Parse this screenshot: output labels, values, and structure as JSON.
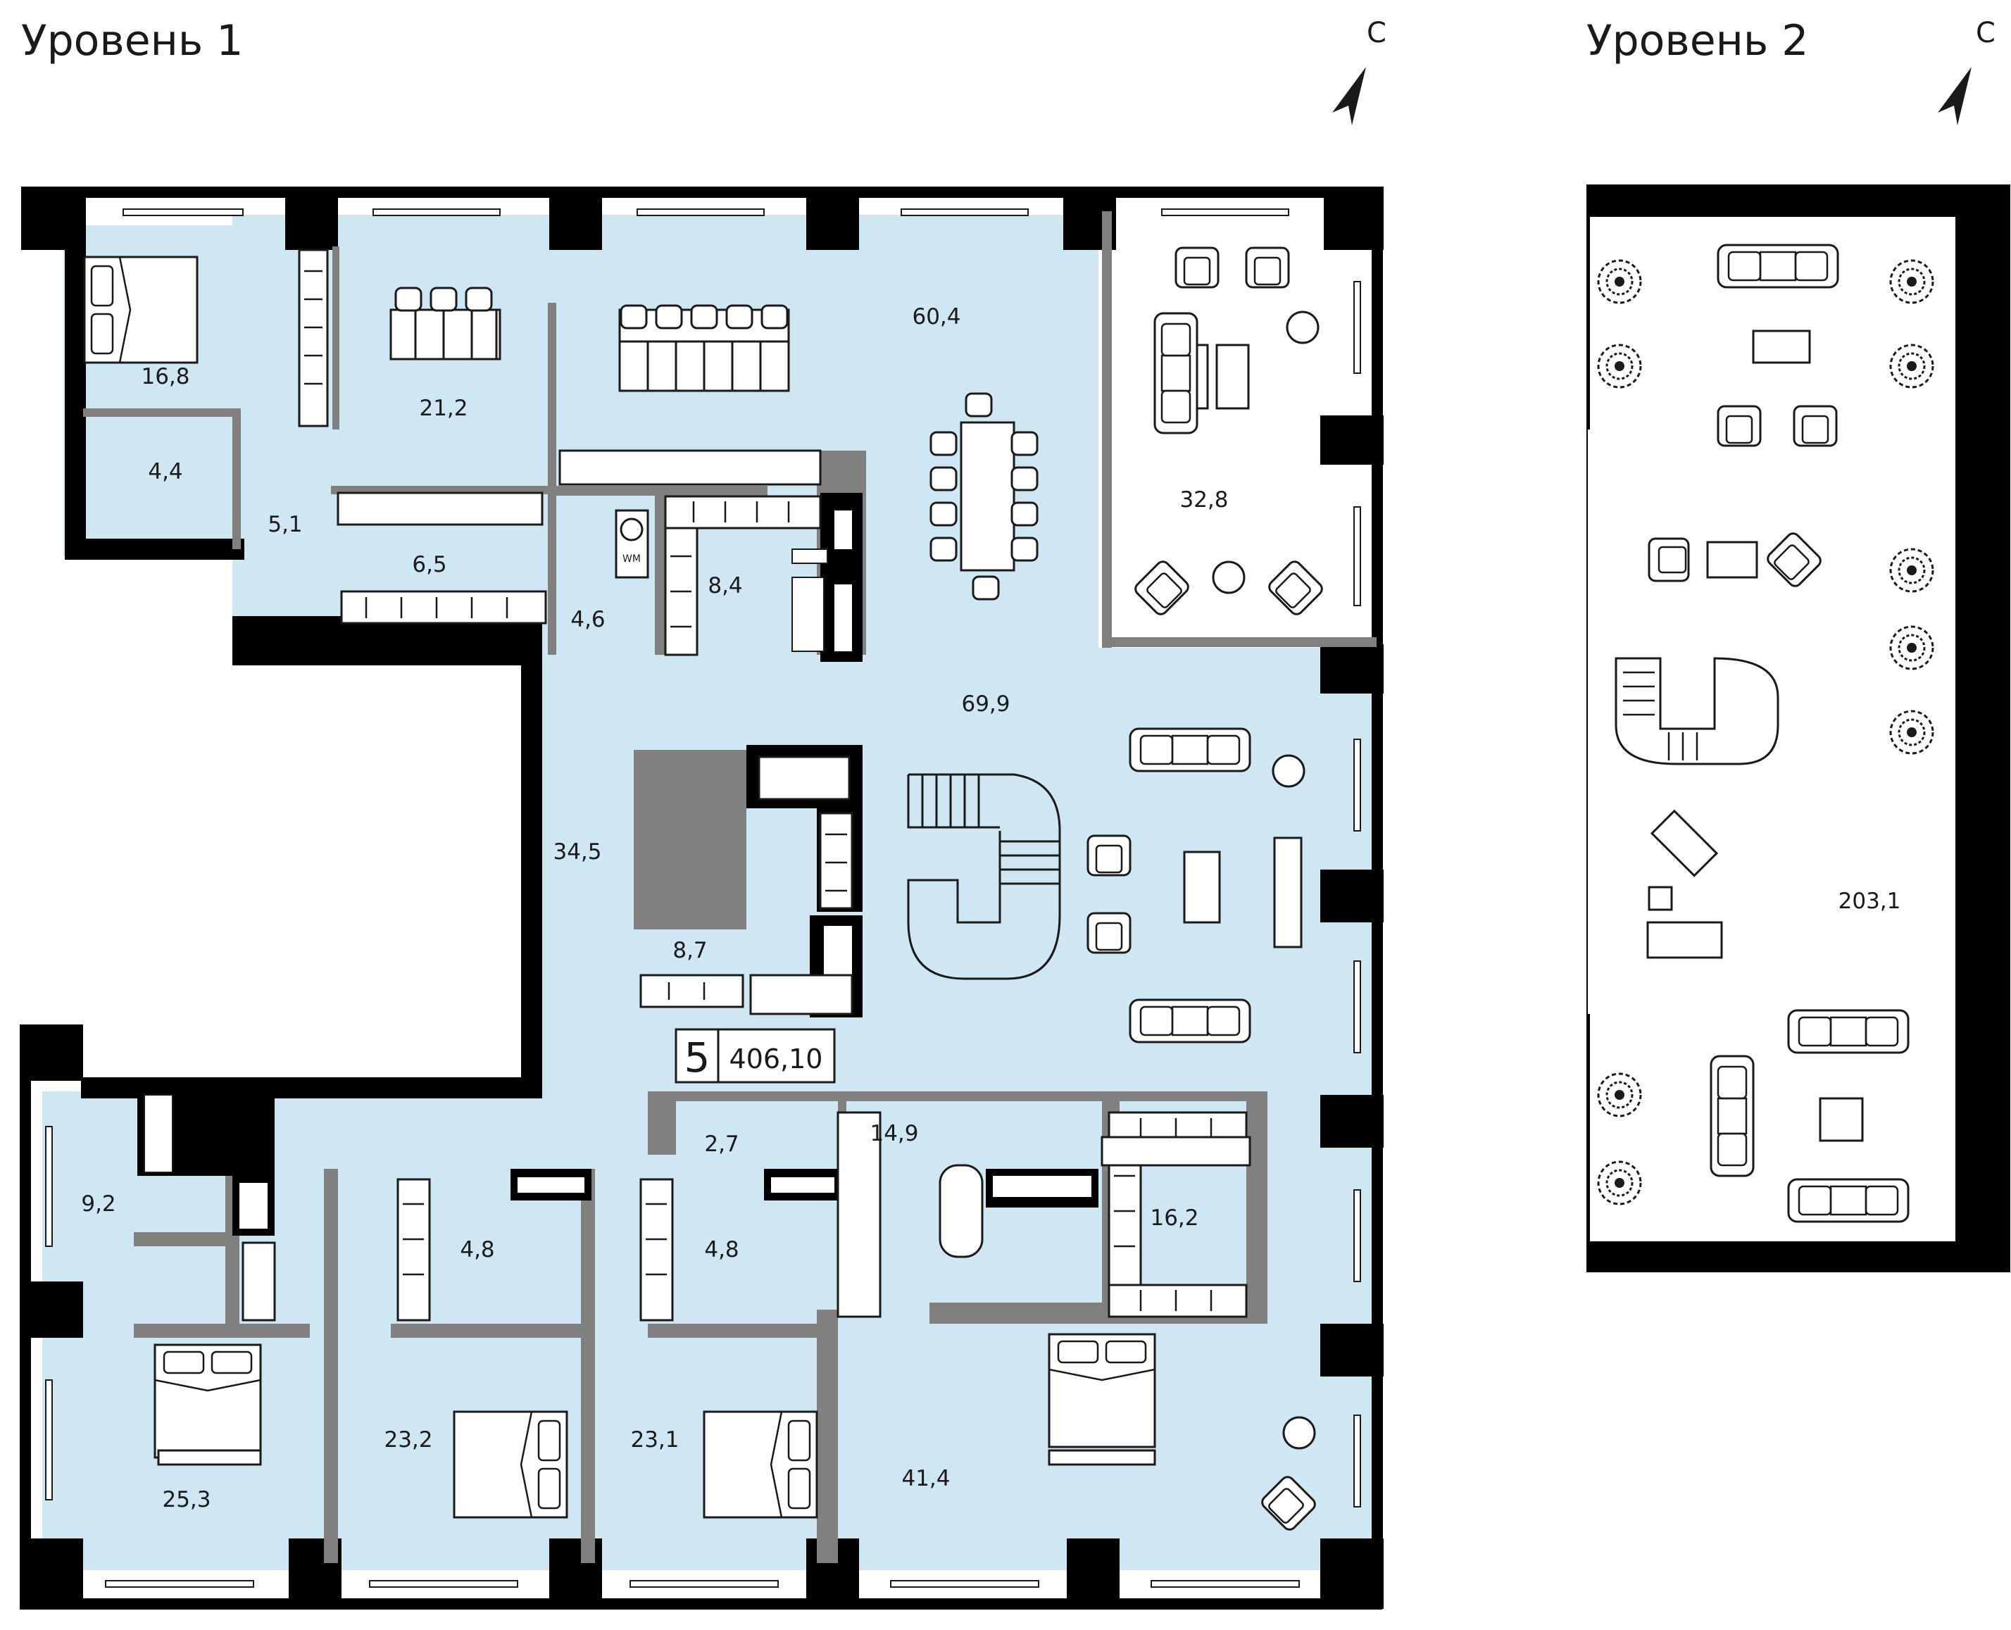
{
  "levels": [
    {
      "label": "Уровень 1",
      "north": "С"
    },
    {
      "label": "Уровень 2",
      "north": "С"
    }
  ],
  "summary": {
    "rooms": "5",
    "total_area": "406,10"
  },
  "rooms_level1": [
    {
      "area": "16,8"
    },
    {
      "area": "21,2"
    },
    {
      "area": "60,4"
    },
    {
      "area": "32,8"
    },
    {
      "area": "4,4"
    },
    {
      "area": "5,1"
    },
    {
      "area": "6,5"
    },
    {
      "area": "4,6"
    },
    {
      "area": "8,4"
    },
    {
      "area": "69,9"
    },
    {
      "area": "34,5"
    },
    {
      "area": "8,7"
    },
    {
      "area": "9,2"
    },
    {
      "area": "2,7"
    },
    {
      "area": "14,9"
    },
    {
      "area": "16,2"
    },
    {
      "area": "4,8"
    },
    {
      "area": "4,8"
    },
    {
      "area": "23,2"
    },
    {
      "area": "23,1"
    },
    {
      "area": "41,4"
    },
    {
      "area": "25,3"
    }
  ],
  "rooms_level2": [
    {
      "area": "203,1"
    }
  ],
  "appliance_labels": {
    "washer": "WM"
  },
  "colors": {
    "floor": "#cfe7f3",
    "wall_outer": "#000000",
    "wall_inner": "#808080",
    "window": "#ffffff"
  }
}
